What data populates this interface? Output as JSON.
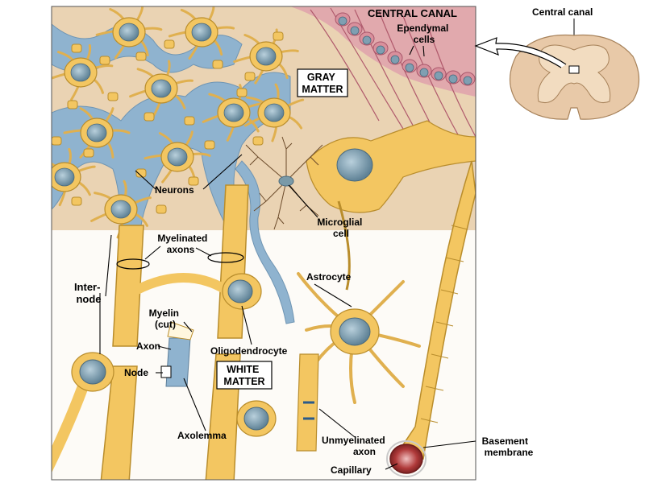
{
  "labels": {
    "central_canal_title": "CENTRAL CANAL",
    "ependymal_cells": [
      "Ependymal",
      "cells"
    ],
    "gray_matter": [
      "GRAY",
      "MATTER"
    ],
    "neurons": "Neurons",
    "microglial_cell": [
      "Microglial",
      "cell"
    ],
    "myelinated_axons": [
      "Myelinated",
      "axons"
    ],
    "internode": [
      "Inter-",
      "node"
    ],
    "myelin_cut": [
      "Myelin",
      "(cut)"
    ],
    "axon": "Axon",
    "node": "Node",
    "axolemma": "Axolemma",
    "oligodendrocyte": "Oligodendrocyte",
    "white_matter": [
      "WHITE",
      "MATTER"
    ],
    "astrocyte": "Astrocyte",
    "unmyelinated_axon": [
      "Unmyelinated",
      "axon"
    ],
    "basement_membrane": [
      "Basement",
      "membrane"
    ],
    "capillary": "Capillary",
    "inset_central_canal": "Central canal"
  },
  "colors": {
    "gray_matter_bg": "#ead3b3",
    "white_matter_bg": "#fdfbf7",
    "neuron_fill": "#f3c661",
    "glia_blue": "#8fb3cf",
    "nucleus": "#7f9fb2",
    "ependymal_pink": "#d9909c",
    "capillary_red": "#9b2b2b"
  }
}
